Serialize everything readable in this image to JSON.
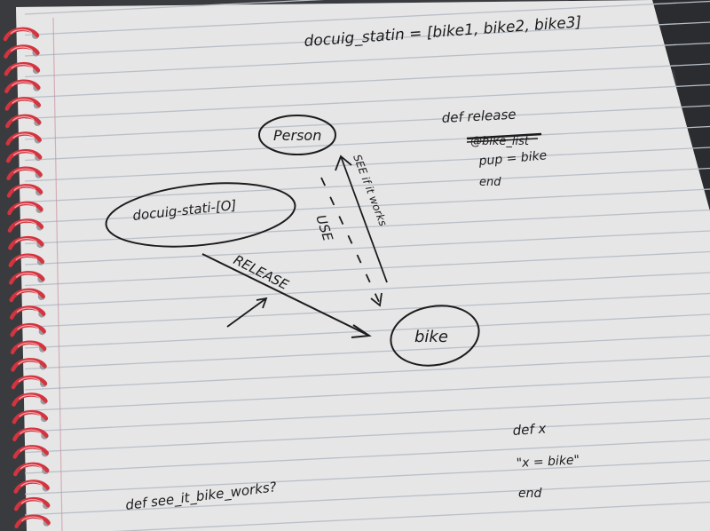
{
  "page": {
    "header_code": "docuig_statin = [bike1, bike2, bike3]",
    "bottom_left_code": "def see_it_bike_works?"
  },
  "diagram": {
    "nodes": {
      "person": "Person",
      "docking_station": "docuig-stati-[O]",
      "bike": "bike"
    },
    "edges": {
      "release": "RELEASE",
      "use": "USE",
      "see_if_it_works": "SEE if it works"
    }
  },
  "code_notes": {
    "release_method": {
      "def_line": "def release",
      "struck_line": "@bike_list",
      "body_line": "pup = bike",
      "end_line": "end"
    },
    "second_method": {
      "def_line": "def x",
      "body_line": "\"x = bike\"",
      "end_line": "end"
    }
  },
  "colors": {
    "paper": "#ececec",
    "ruled_line": "#b9bfc8",
    "margin_line": "#c98a98",
    "spiral": "#d4343f",
    "ink": "#1c1c1e",
    "background": "#3a3b3f"
  }
}
